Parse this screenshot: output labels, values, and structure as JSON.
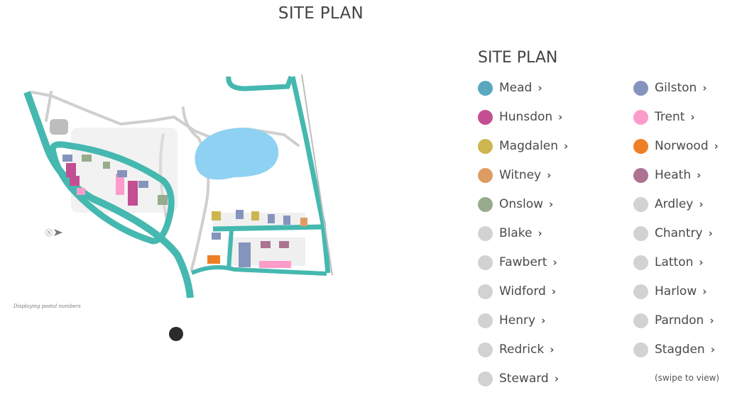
{
  "header": {
    "title": "SITE PLAN"
  },
  "map": {
    "caption": "Displaying postal numbers",
    "north_label": "N",
    "road_color": "#45b8b0",
    "lake_color": "#8fd1f2"
  },
  "legend": {
    "title": "SITE PLAN",
    "left": [
      {
        "label": "Mead",
        "color": "#5aa8c0"
      },
      {
        "label": "Hunsdon",
        "color": "#c34e92"
      },
      {
        "label": "Magdalen",
        "color": "#cdb54f"
      },
      {
        "label": "Witney",
        "color": "#de9c62"
      },
      {
        "label": "Onslow",
        "color": "#97ab8d"
      },
      {
        "label": "Blake",
        "color": "#d2d2d2"
      },
      {
        "label": "Fawbert",
        "color": "#d2d2d2"
      },
      {
        "label": "Widford",
        "color": "#d2d2d2"
      },
      {
        "label": "Henry",
        "color": "#d2d2d2"
      },
      {
        "label": "Redrick",
        "color": "#d2d2d2"
      },
      {
        "label": "Steward",
        "color": "#d2d2d2"
      }
    ],
    "right": [
      {
        "label": "Gilston",
        "color": "#8594bd"
      },
      {
        "label": "Trent",
        "color": "#fd9ccb"
      },
      {
        "label": "Norwood",
        "color": "#ef7f24"
      },
      {
        "label": "Heath",
        "color": "#ac7393"
      },
      {
        "label": "Ardley",
        "color": "#d2d2d2"
      },
      {
        "label": "Chantry",
        "color": "#d2d2d2"
      },
      {
        "label": "Latton",
        "color": "#d2d2d2"
      },
      {
        "label": "Harlow",
        "color": "#d2d2d2"
      },
      {
        "label": "Parndon",
        "color": "#d2d2d2"
      },
      {
        "label": "Stagden",
        "color": "#d2d2d2"
      }
    ],
    "chevron": "›",
    "swipe_hint": "(swipe to view)"
  }
}
